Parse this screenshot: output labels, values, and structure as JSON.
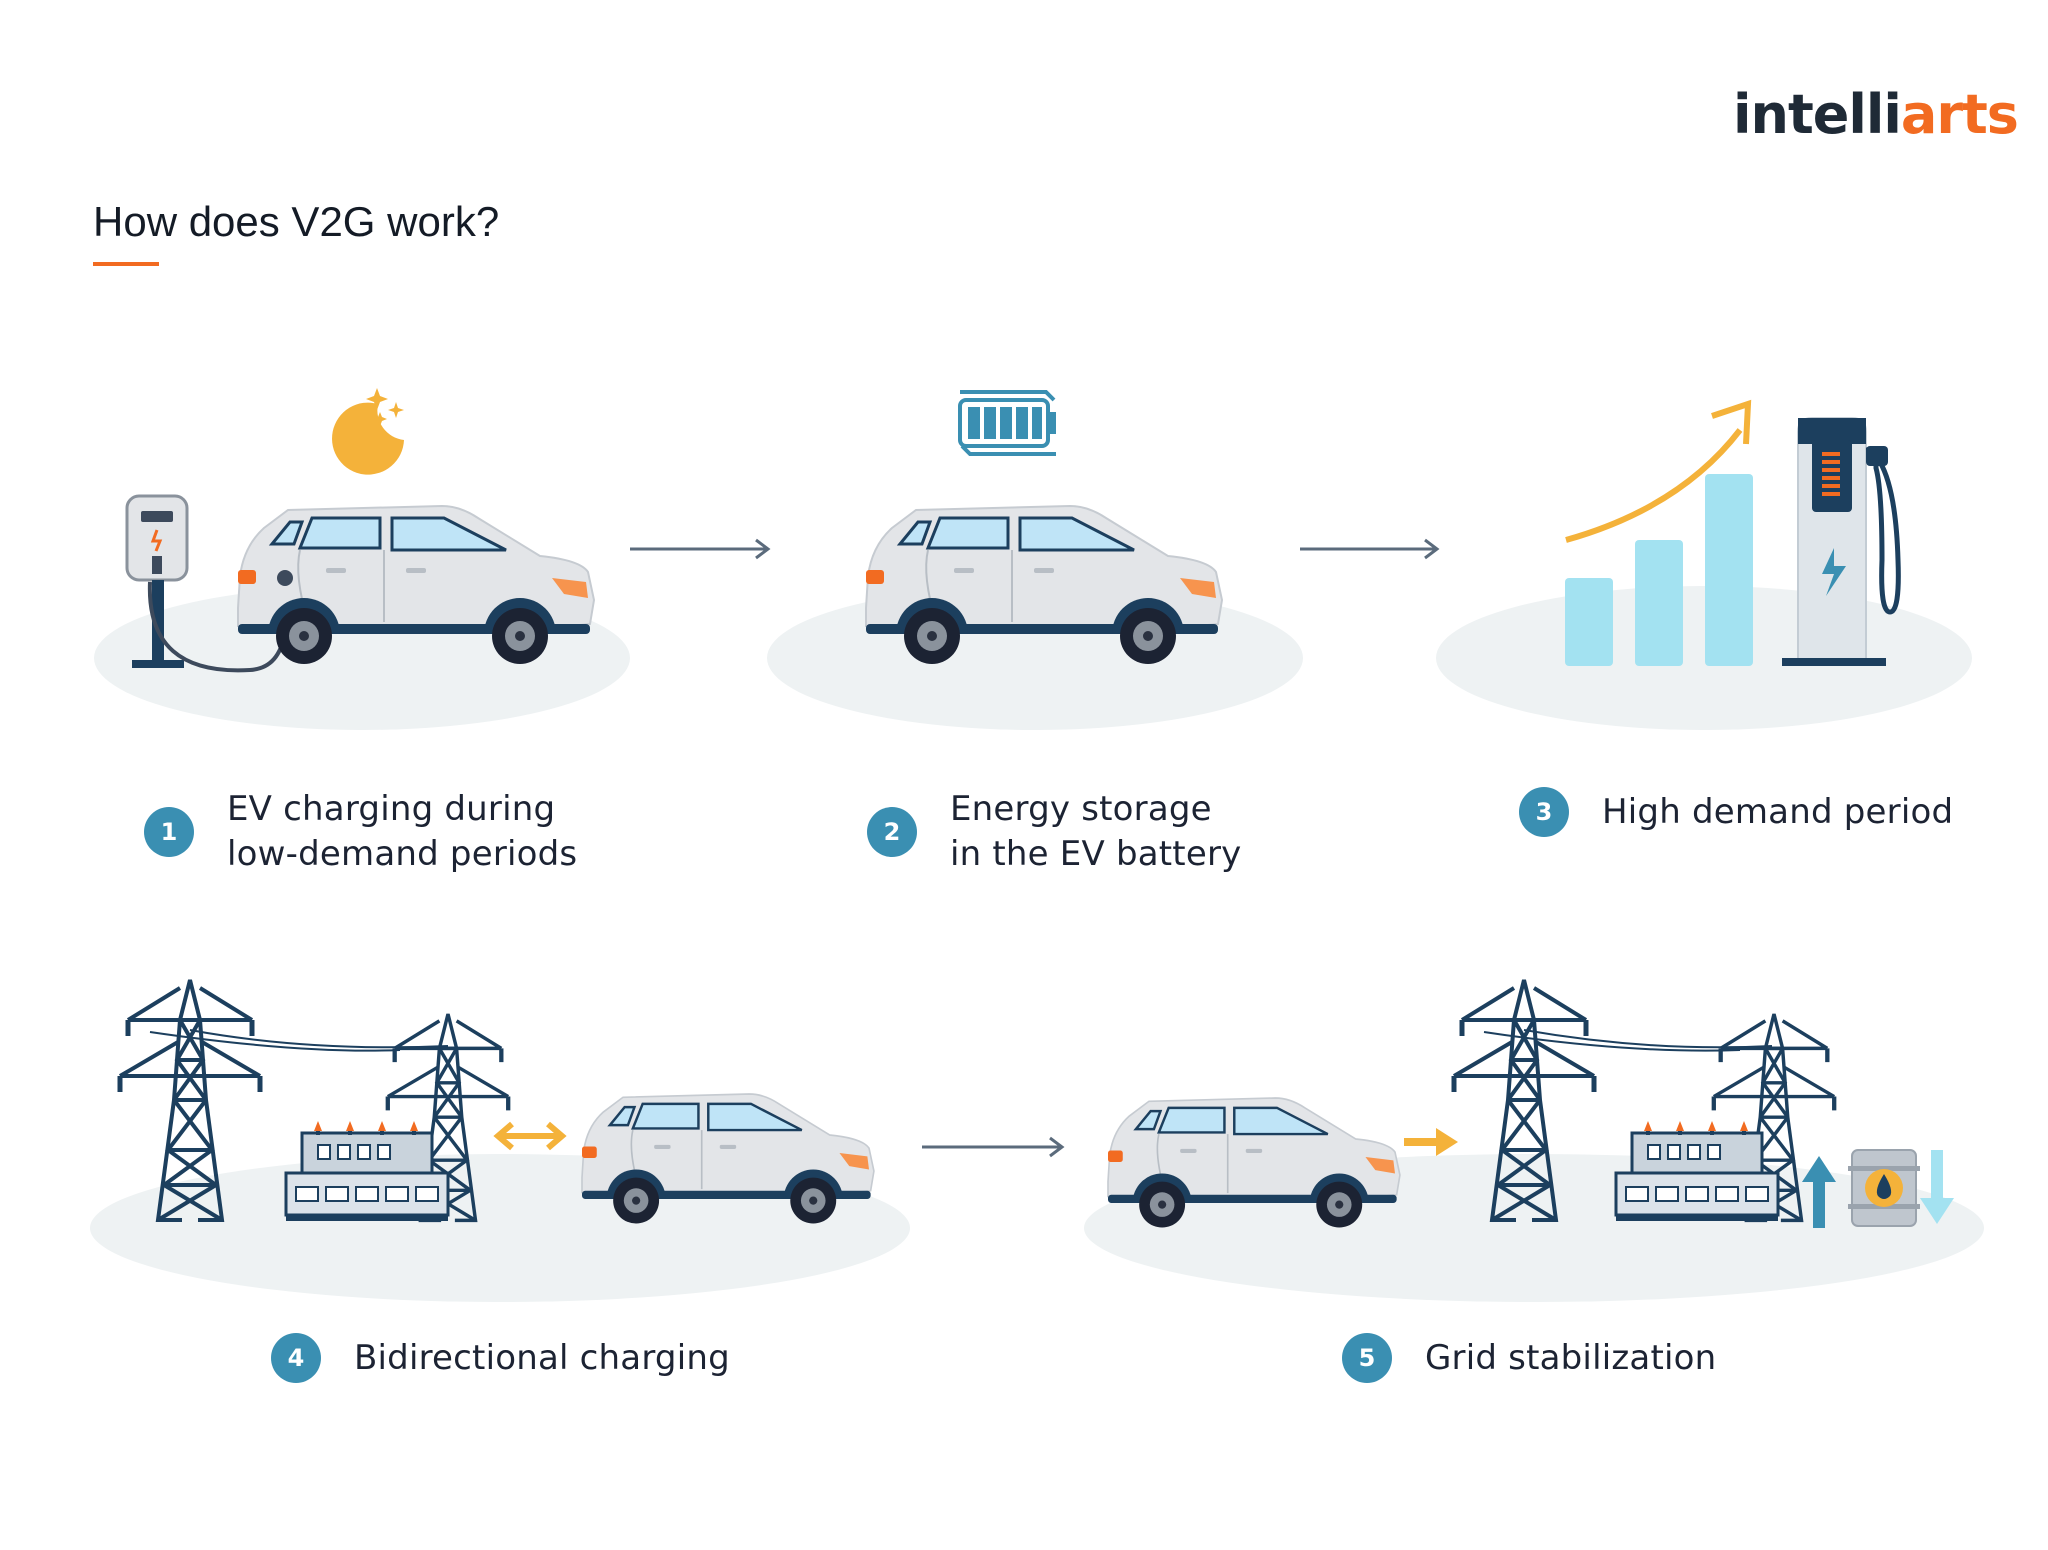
{
  "brand": {
    "logo_part_a": "intelli",
    "logo_part_b": "arts"
  },
  "title": "How does V2G work?",
  "steps": [
    {
      "number": "1",
      "line1": "EV charging during",
      "line2": "low-demand periods"
    },
    {
      "number": "2",
      "line1": "Energy storage",
      "line2": "in the EV battery"
    },
    {
      "number": "3",
      "line1": "High demand period"
    },
    {
      "number": "4",
      "line1": "Bidirectional charging"
    },
    {
      "number": "5",
      "line1": "Grid stabilization"
    }
  ],
  "colors": {
    "accent_orange": "#f26b21",
    "badge_blue": "#3a8fb2",
    "car_body": "#e3e5e8",
    "car_dark": "#1c3f5e",
    "ground": "#eef2f3",
    "icon_yellow": "#f4b23a",
    "bar_light_blue": "#a3e2f1"
  },
  "icons": [
    "moon-icon",
    "battery-icon",
    "trend-arrow-icon",
    "lightning-icon",
    "fuel-barrel-icon",
    "arrow-up-icon",
    "arrow-down-icon",
    "double-arrow-icon"
  ]
}
